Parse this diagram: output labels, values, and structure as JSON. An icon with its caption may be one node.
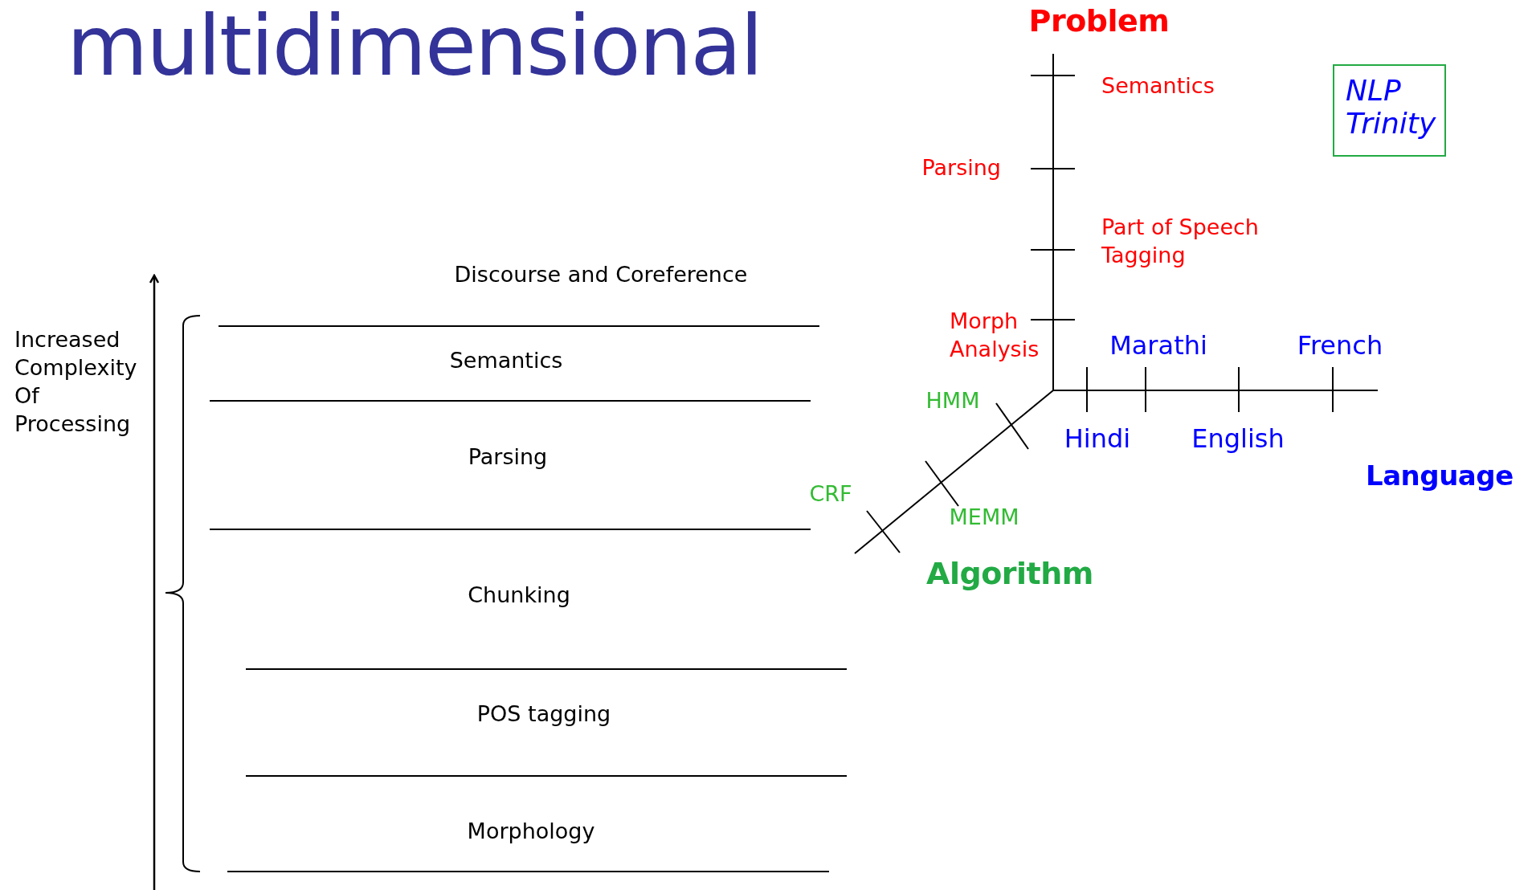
{
  "diagram": {
    "title": "multidimensional",
    "nodes": [
      {
        "text": [
          "NLP Trinity"
        ]
      }
    ],
    "labels": [
      "Problem",
      "Semantics",
      "Parsing",
      "Part of Speech Tagging",
      "Morph Analysis",
      "Marathi",
      "French",
      "HMM",
      "Hindi",
      "English",
      "Language",
      "CRF",
      "MEMM",
      "Algorithm",
      "Discourse and Coreference",
      "Increased Complexity Of Processing",
      "Semantics",
      "Parsing",
      "Chunking",
      "POS tagging",
      "Morphology"
    ]
  }
}
